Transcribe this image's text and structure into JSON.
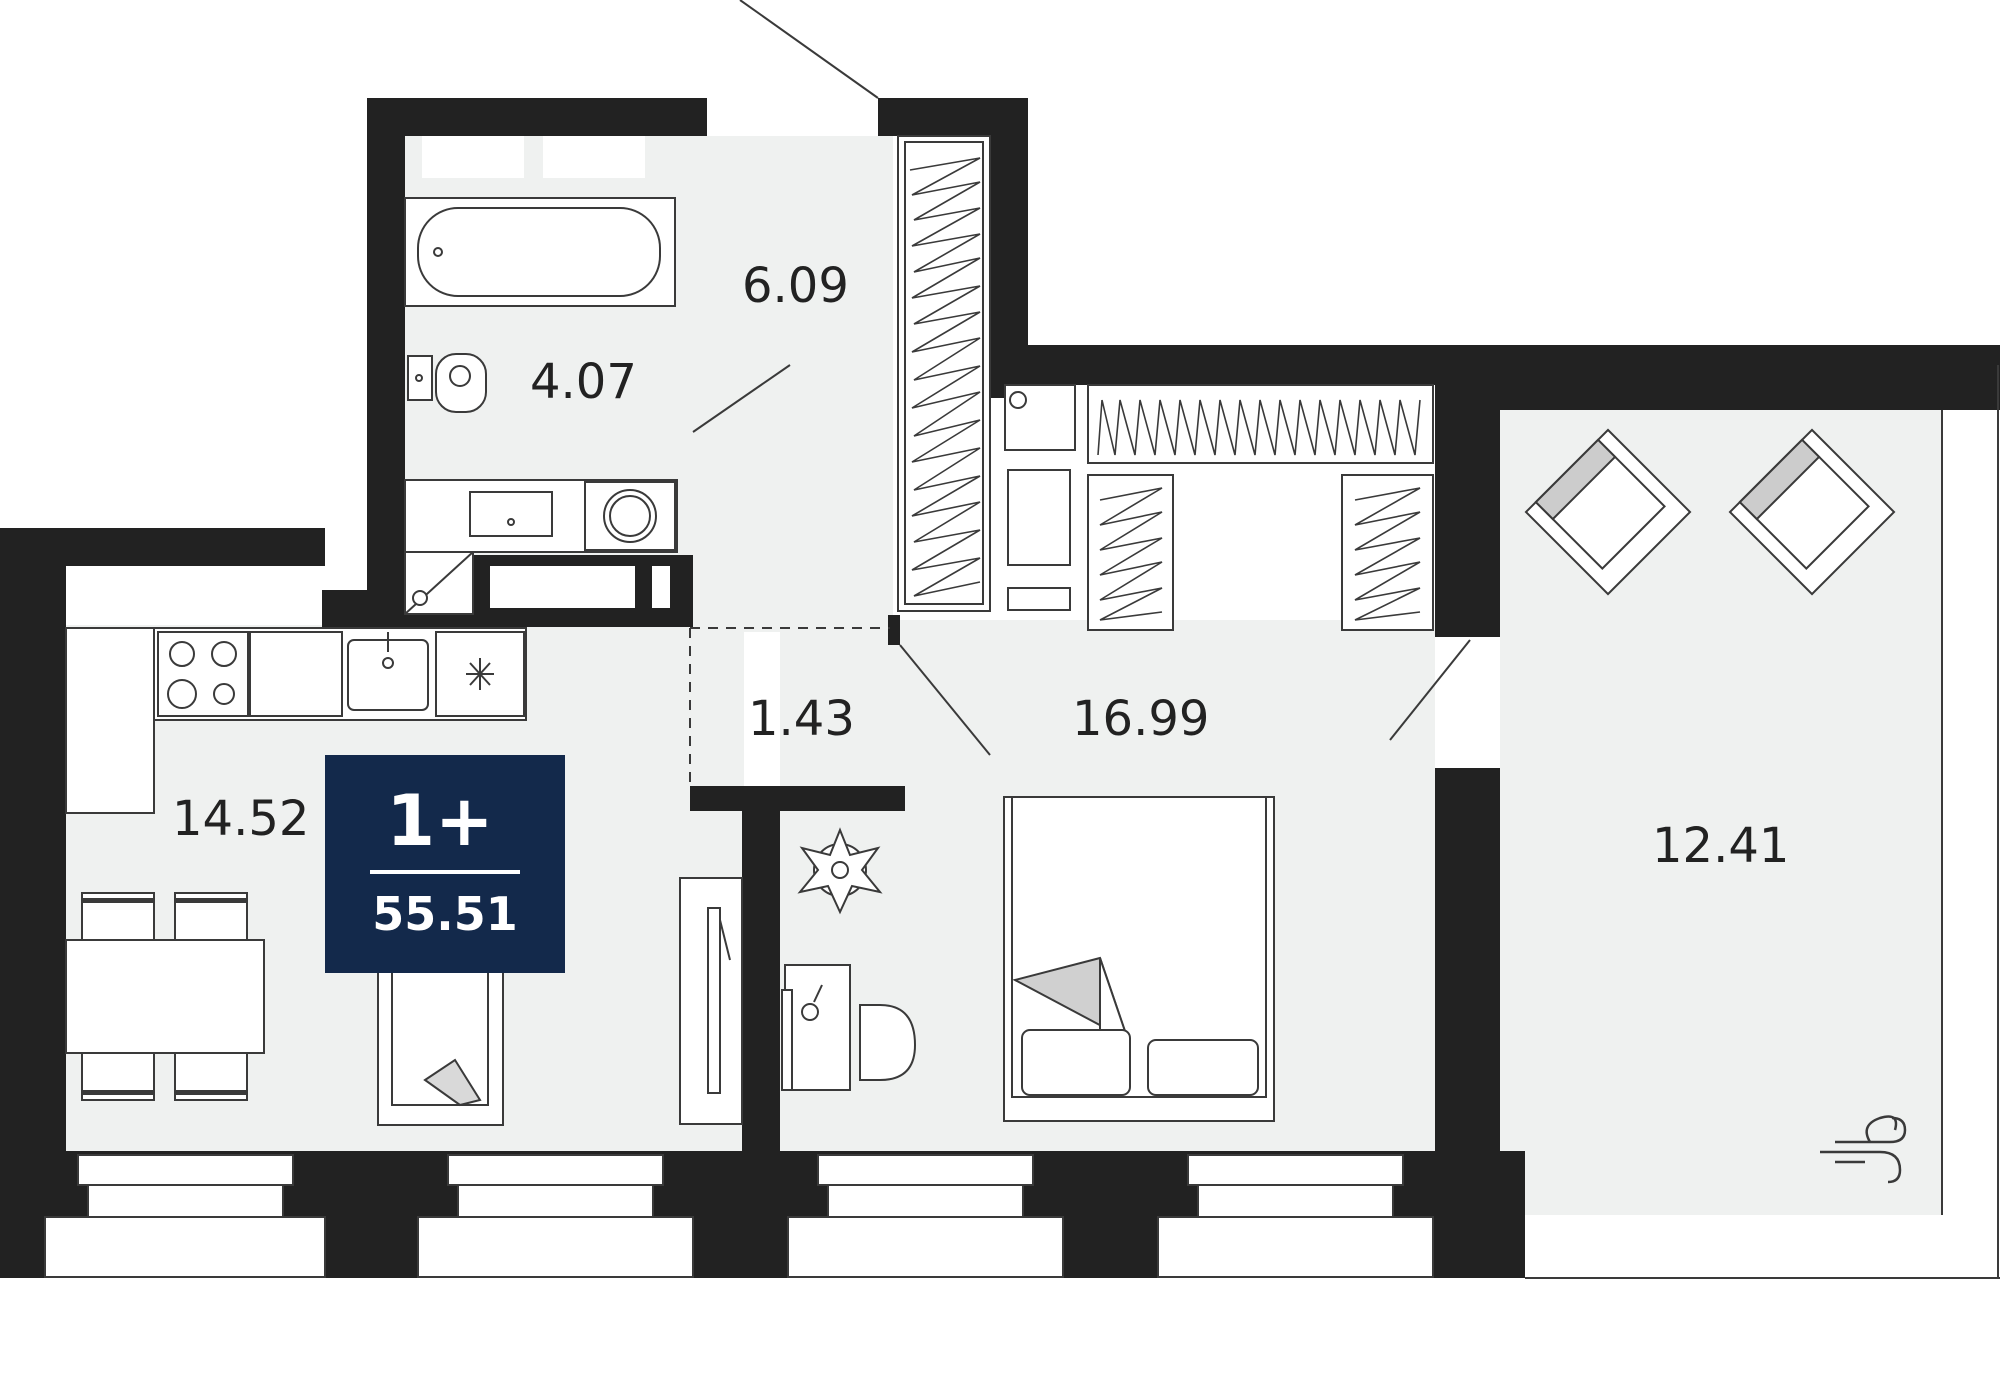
{
  "plan": {
    "rooms": [
      {
        "name": "hall",
        "area": "6.09"
      },
      {
        "name": "bathroom",
        "area": "4.07"
      },
      {
        "name": "corridor",
        "area": "1.43"
      },
      {
        "name": "kitchen-living",
        "area": "14.52"
      },
      {
        "name": "bedroom",
        "area": "16.99"
      },
      {
        "name": "balcony",
        "area": "12.41"
      }
    ],
    "badge": {
      "rooms_label": "1+",
      "total_area": "55.51"
    }
  },
  "colors": {
    "wall": "#222222",
    "floor": "#eff1f0",
    "badge": "#13294b",
    "line": "#3a3a3a"
  },
  "icons": [
    "bathtub-icon",
    "toilet-icon",
    "sink-icon",
    "washing-machine-icon",
    "shower-icon",
    "stove-icon",
    "kitchen-sink-icon",
    "fridge-icon",
    "dining-table-icon",
    "sofa-icon",
    "tv-icon",
    "plant-icon",
    "desk-icon",
    "chair-icon",
    "bed-icon",
    "armchair-icon",
    "ventilation-icon",
    "wardrobe-icon"
  ]
}
